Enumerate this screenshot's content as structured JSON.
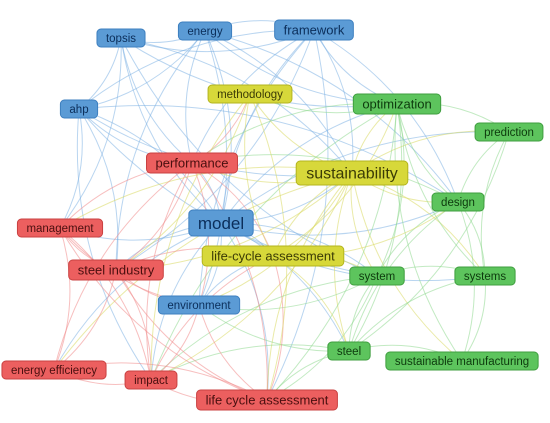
{
  "colors": {
    "blue": {
      "fill": "#5b9bd5",
      "stroke": "#3d7fbf",
      "text": "#0b2e5a",
      "edge": "#7fb2e3"
    },
    "red": {
      "fill": "#ec5f5f",
      "stroke": "#c94141",
      "text": "#4a0f0f",
      "edge": "#f08a8a"
    },
    "yellow": {
      "fill": "#d7d83a",
      "stroke": "#b3b41e",
      "text": "#3b3b05",
      "edge": "#d9d860"
    },
    "green": {
      "fill": "#5dc45d",
      "stroke": "#3f9e3f",
      "text": "#0d3a0d",
      "edge": "#8fd88f"
    }
  },
  "nodes": [
    {
      "id": "topsis",
      "label": "topsis",
      "cluster": "blue",
      "size": "s"
    },
    {
      "id": "energy",
      "label": "energy",
      "cluster": "blue",
      "size": "s"
    },
    {
      "id": "framework",
      "label": "framework",
      "cluster": "blue",
      "size": "m"
    },
    {
      "id": "ahp",
      "label": "ahp",
      "cluster": "blue",
      "size": "s"
    },
    {
      "id": "model",
      "label": "model",
      "cluster": "blue",
      "size": "xl"
    },
    {
      "id": "environment",
      "label": "environment",
      "cluster": "blue",
      "size": "s"
    },
    {
      "id": "methodology",
      "label": "methodology",
      "cluster": "yellow",
      "size": "s"
    },
    {
      "id": "sustainability",
      "label": "sustainability",
      "cluster": "yellow",
      "size": "l"
    },
    {
      "id": "lca-hyphen",
      "label": "life-cycle assessment",
      "cluster": "yellow",
      "size": "m"
    },
    {
      "id": "performance",
      "label": "performance",
      "cluster": "red",
      "size": "m"
    },
    {
      "id": "management",
      "label": "management",
      "cluster": "red",
      "size": "s"
    },
    {
      "id": "steel-industry",
      "label": "steel industry",
      "cluster": "red",
      "size": "m"
    },
    {
      "id": "energy-efficiency",
      "label": "energy efficiency",
      "cluster": "red",
      "size": "s"
    },
    {
      "id": "impact",
      "label": "impact",
      "cluster": "red",
      "size": "s"
    },
    {
      "id": "lca-space",
      "label": "life cycle assessment",
      "cluster": "red",
      "size": "m"
    },
    {
      "id": "optimization",
      "label": "optimization",
      "cluster": "green",
      "size": "m"
    },
    {
      "id": "prediction",
      "label": "prediction",
      "cluster": "green",
      "size": "s"
    },
    {
      "id": "design",
      "label": "design",
      "cluster": "green",
      "size": "s"
    },
    {
      "id": "system",
      "label": "system",
      "cluster": "green",
      "size": "s"
    },
    {
      "id": "systems",
      "label": "systems",
      "cluster": "green",
      "size": "s"
    },
    {
      "id": "steel",
      "label": "steel",
      "cluster": "green",
      "size": "s"
    },
    {
      "id": "sustainable-manufacturing",
      "label": "sustainable manufacturing",
      "cluster": "green",
      "size": "s"
    }
  ],
  "edges": [
    [
      "model",
      "framework"
    ],
    [
      "model",
      "energy"
    ],
    [
      "model",
      "topsis"
    ],
    [
      "model",
      "ahp"
    ],
    [
      "model",
      "environment"
    ],
    [
      "model",
      "sustainability"
    ],
    [
      "model",
      "optimization"
    ],
    [
      "model",
      "performance"
    ],
    [
      "model",
      "management"
    ],
    [
      "model",
      "steel-industry"
    ],
    [
      "model",
      "lca-hyphen"
    ],
    [
      "model",
      "design"
    ],
    [
      "model",
      "system"
    ],
    [
      "model",
      "impact"
    ],
    [
      "model",
      "lca-space"
    ],
    [
      "model",
      "energy-efficiency"
    ],
    [
      "model",
      "prediction"
    ],
    [
      "model",
      "systems"
    ],
    [
      "model",
      "steel"
    ],
    [
      "framework",
      "energy"
    ],
    [
      "framework",
      "topsis"
    ],
    [
      "framework",
      "ahp"
    ],
    [
      "framework",
      "sustainability"
    ],
    [
      "framework",
      "optimization"
    ],
    [
      "framework",
      "design"
    ],
    [
      "framework",
      "performance"
    ],
    [
      "framework",
      "lca-space"
    ],
    [
      "framework",
      "environment"
    ],
    [
      "framework",
      "steel-industry"
    ],
    [
      "topsis",
      "energy"
    ],
    [
      "topsis",
      "ahp"
    ],
    [
      "topsis",
      "performance"
    ],
    [
      "topsis",
      "management"
    ],
    [
      "topsis",
      "optimization"
    ],
    [
      "topsis",
      "sustainability"
    ],
    [
      "topsis",
      "system"
    ],
    [
      "energy",
      "ahp"
    ],
    [
      "energy",
      "optimization"
    ],
    [
      "energy",
      "design"
    ],
    [
      "energy",
      "performance"
    ],
    [
      "energy",
      "sustainability"
    ],
    [
      "energy",
      "steel-industry"
    ],
    [
      "energy",
      "environment"
    ],
    [
      "ahp",
      "performance"
    ],
    [
      "ahp",
      "management"
    ],
    [
      "ahp",
      "sustainability"
    ],
    [
      "ahp",
      "design"
    ],
    [
      "ahp",
      "impact"
    ],
    [
      "ahp",
      "steel-industry"
    ],
    [
      "ahp",
      "system"
    ],
    [
      "sustainability",
      "optimization"
    ],
    [
      "sustainability",
      "design"
    ],
    [
      "sustainability",
      "prediction"
    ],
    [
      "sustainability",
      "system"
    ],
    [
      "sustainability",
      "systems"
    ],
    [
      "sustainability",
      "steel"
    ],
    [
      "sustainability",
      "impact"
    ],
    [
      "sustainability",
      "lca-space"
    ],
    [
      "sustainability",
      "performance"
    ],
    [
      "sustainability",
      "management"
    ],
    [
      "sustainability",
      "environment"
    ],
    [
      "sustainability",
      "lca-hyphen"
    ],
    [
      "sustainability",
      "steel-industry"
    ],
    [
      "sustainability",
      "sustainable-manufacturing"
    ],
    [
      "sustainability",
      "methodology"
    ],
    [
      "sustainability",
      "energy-efficiency"
    ],
    [
      "optimization",
      "prediction"
    ],
    [
      "optimization",
      "design"
    ],
    [
      "optimization",
      "system"
    ],
    [
      "optimization",
      "systems"
    ],
    [
      "optimization",
      "steel"
    ],
    [
      "optimization",
      "sustainable-manufacturing"
    ],
    [
      "optimization",
      "methodology"
    ],
    [
      "optimization",
      "performance"
    ],
    [
      "optimization",
      "lca-space"
    ],
    [
      "optimization",
      "impact"
    ],
    [
      "design",
      "prediction"
    ],
    [
      "design",
      "system"
    ],
    [
      "design",
      "systems"
    ],
    [
      "design",
      "steel"
    ],
    [
      "design",
      "sustainable-manufacturing"
    ],
    [
      "design",
      "performance"
    ],
    [
      "system",
      "systems"
    ],
    [
      "system",
      "steel"
    ],
    [
      "system",
      "lca-space"
    ],
    [
      "system",
      "impact"
    ],
    [
      "system",
      "environment"
    ],
    [
      "systems",
      "steel"
    ],
    [
      "systems",
      "sustainable-manufacturing"
    ],
    [
      "steel",
      "lca-space"
    ],
    [
      "steel",
      "sustainable-manufacturing"
    ],
    [
      "steel",
      "impact"
    ],
    [
      "steel",
      "environment"
    ],
    [
      "performance",
      "management"
    ],
    [
      "performance",
      "steel-industry"
    ],
    [
      "performance",
      "impact"
    ],
    [
      "performance",
      "lca-space"
    ],
    [
      "performance",
      "energy-efficiency"
    ],
    [
      "performance",
      "environment"
    ],
    [
      "performance",
      "methodology"
    ],
    [
      "performance",
      "lca-hyphen"
    ],
    [
      "management",
      "steel-industry"
    ],
    [
      "management",
      "impact"
    ],
    [
      "management",
      "lca-space"
    ],
    [
      "management",
      "energy-efficiency"
    ],
    [
      "management",
      "environment"
    ],
    [
      "steel-industry",
      "impact"
    ],
    [
      "steel-industry",
      "lca-space"
    ],
    [
      "steel-industry",
      "energy-efficiency"
    ],
    [
      "steel-industry",
      "environment"
    ],
    [
      "steel-industry",
      "lca-hyphen"
    ],
    [
      "impact",
      "lca-space"
    ],
    [
      "impact",
      "energy-efficiency"
    ],
    [
      "impact",
      "environment"
    ],
    [
      "impact",
      "lca-hyphen"
    ],
    [
      "lca-space",
      "energy-efficiency"
    ],
    [
      "lca-space",
      "environment"
    ],
    [
      "lca-space",
      "lca-hyphen"
    ],
    [
      "environment",
      "lca-hyphen"
    ],
    [
      "methodology",
      "lca-hyphen"
    ],
    [
      "methodology",
      "lca-space"
    ],
    [
      "methodology",
      "impact"
    ],
    [
      "methodology",
      "steel-industry"
    ],
    [
      "lca-hyphen",
      "design"
    ],
    [
      "lca-hyphen",
      "system"
    ],
    [
      "lca-hyphen",
      "optimization"
    ],
    [
      "lca-hyphen",
      "steel"
    ],
    [
      "prediction",
      "systems"
    ],
    [
      "prediction",
      "steel"
    ]
  ]
}
